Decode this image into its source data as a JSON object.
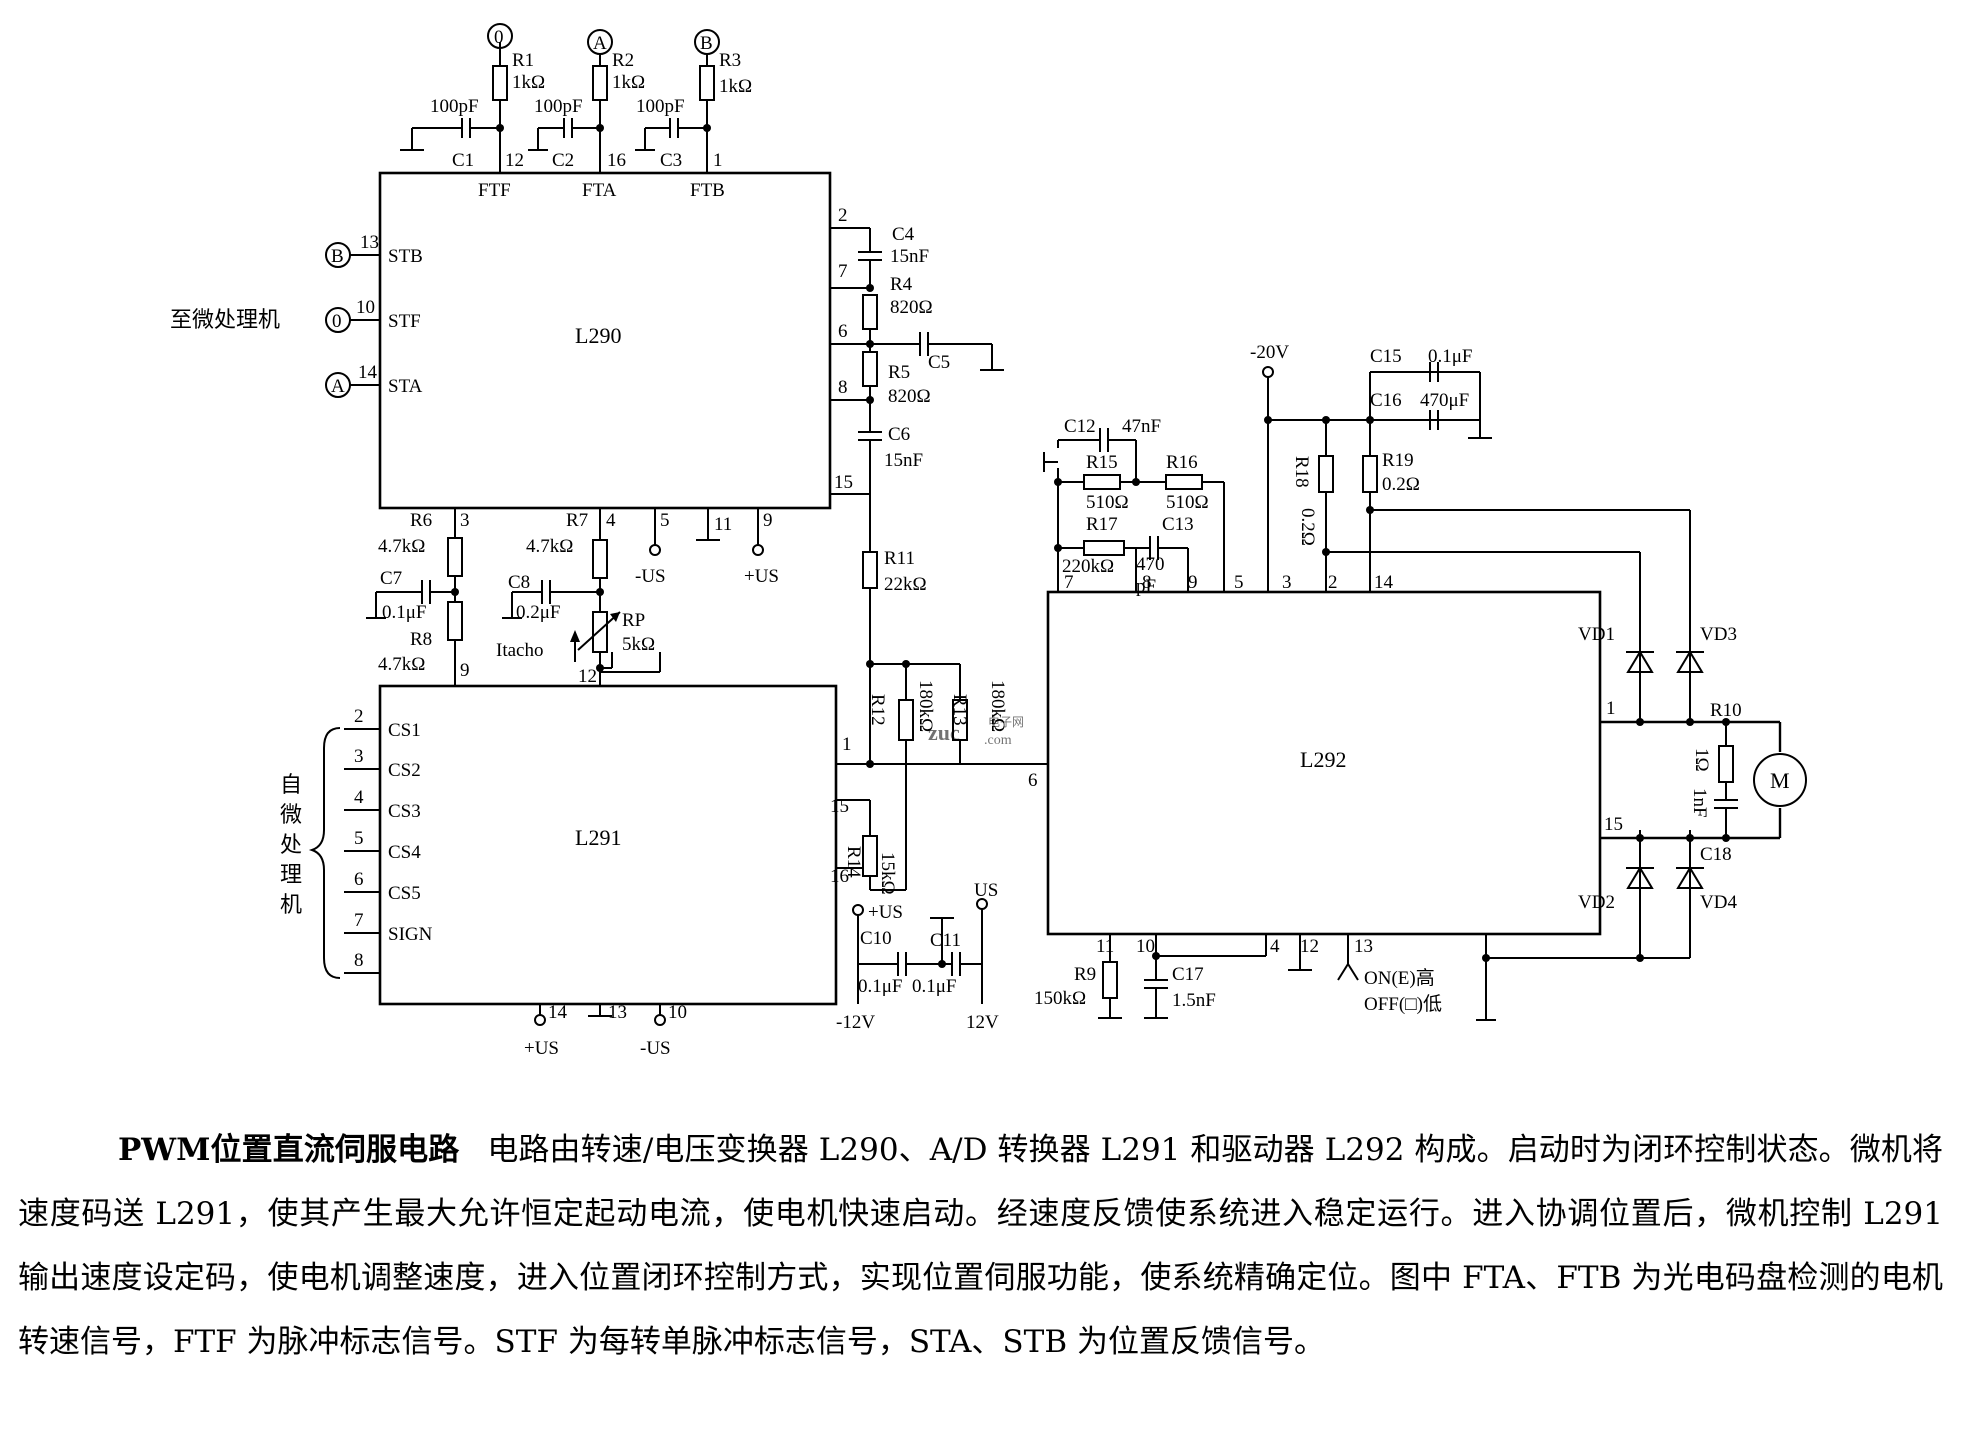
{
  "diagram": {
    "ics": {
      "l290": "L290",
      "l291": "L291",
      "l292": "L292"
    },
    "l290_pins": {
      "stb": "STB",
      "stf": "STF",
      "sta": "STA",
      "ftf": "FTF",
      "fta": "FTA",
      "ftb": "FTB",
      "p13": "13",
      "p10": "10",
      "p14": "14",
      "p12": "12",
      "p16": "16",
      "p1": "1",
      "p2": "2",
      "p7": "7",
      "p6": "6",
      "p8": "8",
      "p15": "15",
      "p3": "3",
      "p4": "4",
      "p5": "5",
      "p11": "11",
      "p9": "9"
    },
    "l291_pins": {
      "cs1": "CS1",
      "cs2": "CS2",
      "cs3": "CS3",
      "cs4": "CS4",
      "cs5": "CS5",
      "sign": "SIGN",
      "p2": "2",
      "p3": "3",
      "p4": "4",
      "p5": "5",
      "p6": "6",
      "p7": "7",
      "p8": "8",
      "p9": "9",
      "p12": "12",
      "p1": "1",
      "p15": "15",
      "p16": "16",
      "p14": "14",
      "p13": "13",
      "p10": "10"
    },
    "l292_pins": {
      "p7": "7",
      "p8": "8",
      "p9": "9",
      "p5": "5",
      "p3": "3",
      "p2": "2",
      "p14": "14",
      "p6": "6",
      "p1": "1",
      "p15": "15",
      "p11": "11",
      "p10": "10",
      "p4": "4",
      "p12": "12",
      "p13": "13"
    },
    "nodes": {
      "zero": "0",
      "a": "A",
      "b": "B",
      "m": "M"
    },
    "components": {
      "r1": "R1",
      "r1v": "1kΩ",
      "r2": "R2",
      "r2v": "1kΩ",
      "r3": "R3",
      "r3v": "1kΩ",
      "c1": "C1",
      "c1v": "100pF",
      "c2": "C2",
      "c2v": "100pF",
      "c3": "C3",
      "c3v": "100pF",
      "c4": "C4",
      "c4v": "15nF",
      "r4": "R4",
      "r4v": "820Ω",
      "c5": "C5",
      "r5": "R5",
      "r5v": "820Ω",
      "c6": "C6",
      "c6v": "15nF",
      "r6": "R6",
      "r6v": "4.7kΩ",
      "c7": "C7",
      "c7v": "0.1μF",
      "r8": "R8",
      "r8v": "4.7kΩ",
      "r7": "R7",
      "r7v": "4.7kΩ",
      "c8": "C8",
      "c8v": "0.2μF",
      "rp": "RP",
      "rpv": "5kΩ",
      "itacho": "Itacho",
      "r11": "R11",
      "r11v": "22kΩ",
      "r12": "R12",
      "r12v": "180kΩ",
      "r13": "R13",
      "r13v": "180kΩ",
      "r14": "R14",
      "r14v": "15kΩ",
      "c10": "C10",
      "c10v": "0.1μF",
      "c11": "C11",
      "c11v": "0.1μF",
      "c12": "C12",
      "c12v": "47nF",
      "r15": "R15",
      "r15v": "510Ω",
      "r16": "R16",
      "r16v": "510Ω",
      "r17": "R17",
      "r17v": "220kΩ",
      "c13": "C13",
      "c13v1": "470",
      "c13v2": "pF",
      "c15": "C15",
      "c15v": "0.1μF",
      "c16": "C16",
      "c16v": "470μF",
      "r18": "R18",
      "r18v": "0.2Ω",
      "r19": "R19",
      "r19v": "0.2Ω",
      "vd1": "VD1",
      "vd2": "VD2",
      "vd3": "VD3",
      "vd4": "VD4",
      "r10": "R10",
      "r10v": "1Ω",
      "c18": "C18",
      "c18v": "1nF",
      "r9": "R9",
      "r9v": "150kΩ",
      "c17": "C17",
      "c17v": "1.5nF"
    },
    "supplies": {
      "neg_us": "-US",
      "pos_us": "+US",
      "us": "US",
      "neg20": "-20V",
      "neg12": "-12V",
      "pos12": "12V"
    },
    "notes": {
      "to_mcu": "至微处理机",
      "from_mcu": [
        "自",
        "微",
        "处",
        "理",
        "机"
      ],
      "on_high": "ON(E)高",
      "off_low": "OFF(□)低",
      "watermark_top": "电子网",
      "watermark_logo": "zuc",
      "watermark_url": ".com"
    }
  },
  "caption": {
    "title": "PWM位置直流伺服电路",
    "body": "电路由转速/电压变换器 L290、A/D 转换器 L291 和驱动器 L292 构成。启动时为闭环控制状态。微机将速度码送 L291，使其产生最大允许恒定起动电流，使电机快速启动。经速度反馈使系统进入稳定运行。进入协调位置后，微机控制 L291 输出速度设定码，使电机调整速度，进入位置闭环控制方式，实现位置伺服功能，使系统精确定位。图中 FTA、FTB 为光电码盘检测的电机转速信号，FTF 为脉冲标志信号。STF 为每转单脉冲标志信号，STA、STB 为位置反馈信号。"
  }
}
